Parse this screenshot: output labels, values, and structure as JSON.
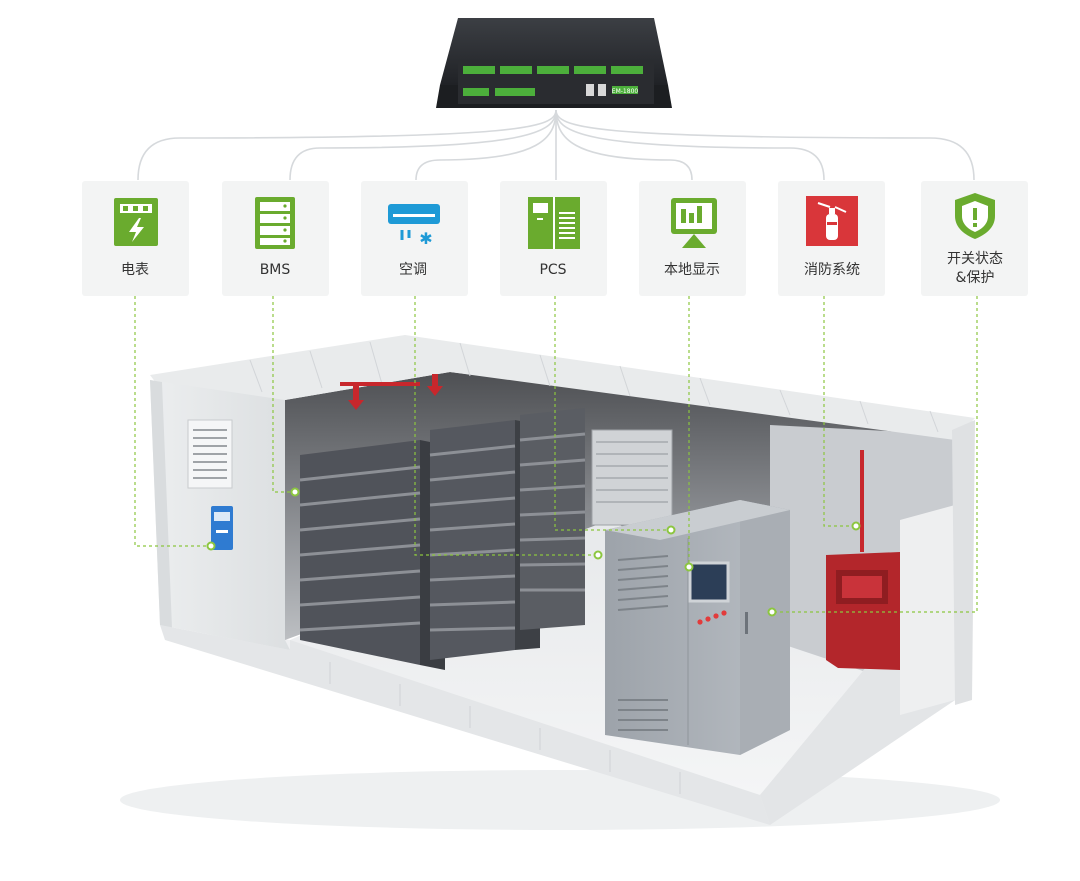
{
  "cards": [
    {
      "id": "meter",
      "label": "电表",
      "icon": "meter-icon"
    },
    {
      "id": "bms",
      "label": "BMS",
      "icon": "server-rack-icon"
    },
    {
      "id": "ac",
      "label": "空调",
      "icon": "air-conditioner-icon"
    },
    {
      "id": "pcs",
      "label": "PCS",
      "icon": "pcs-cabinet-icon"
    },
    {
      "id": "display",
      "label": "本地显示",
      "icon": "display-icon"
    },
    {
      "id": "fire",
      "label": "消防系统",
      "icon": "fire-extinguisher-icon"
    },
    {
      "id": "switch",
      "label_lines": [
        "开关状态",
        "&保护"
      ],
      "icon": "shield-icon"
    }
  ],
  "gateway": {
    "model": "EM-1800"
  },
  "colors": {
    "accent": "#8cc63f",
    "icon_green": "#6aab2e",
    "fire_red": "#d9363a",
    "line_gray": "#d6d9dc"
  }
}
